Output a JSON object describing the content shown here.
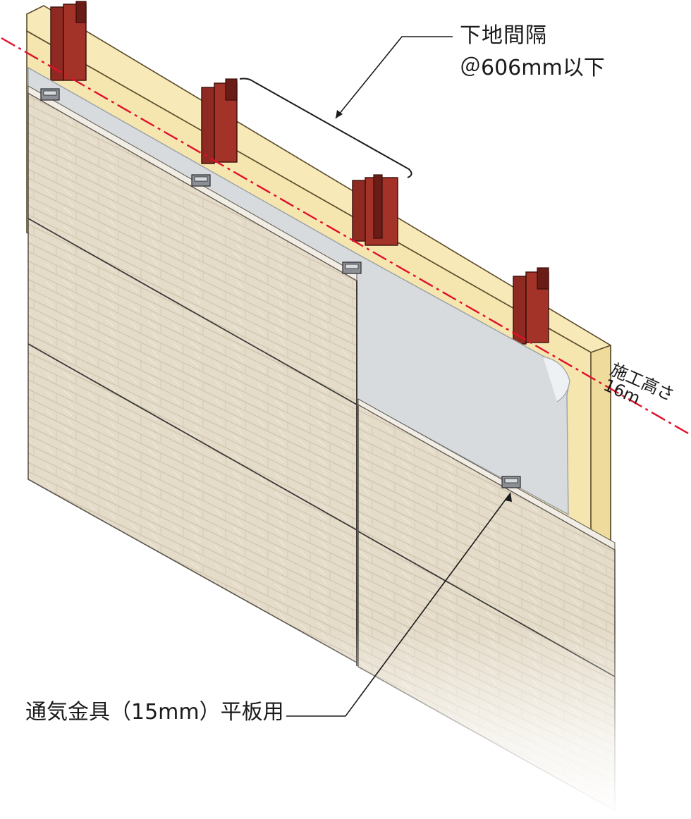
{
  "labels": {
    "spacing_title": "下地間隔",
    "spacing_value": "＠606mm以下",
    "height_title": "施工高さ",
    "height_value": "16m",
    "fitting": "通気金具（15mm）平板用"
  },
  "colors": {
    "furring": "#f7e9b8",
    "furring_side": "#efdc9c",
    "furring_outline": "#5a4a2a",
    "steel_post": "#8e2a22",
    "steel_post_dark": "#6a1c16",
    "sheet": "#d7dbde",
    "sheet_edge": "#eef1f3",
    "siding": "#e5dccb",
    "siding_line": "#b9ad95",
    "siding_joint": "#3c3a36",
    "clip": "#8c9096",
    "height_line": "#e0102a",
    "leader": "#1a1a1a"
  }
}
